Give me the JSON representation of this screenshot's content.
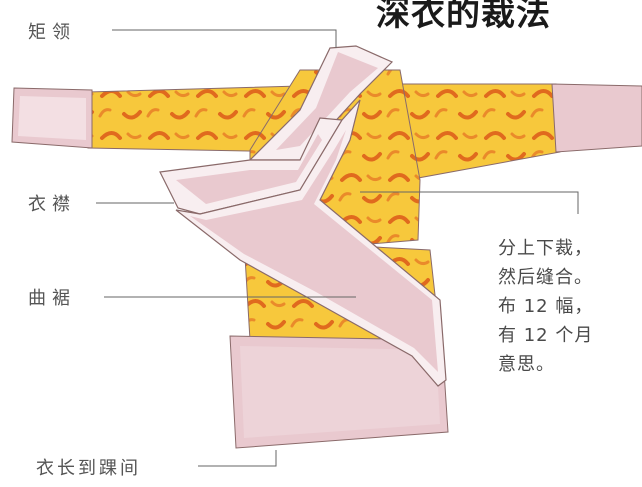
{
  "title": "深衣的裁法",
  "labels": {
    "collar": "矩领",
    "lapel": "衣襟",
    "curved_skirt": "曲裾",
    "length": "衣长到踝间"
  },
  "description_lines": [
    "分上下裁，",
    "然后缝合。",
    "布 12 幅，",
    "有 12 个月",
    "意思。"
  ],
  "colors": {
    "fabric_yellow": "#f7c83c",
    "fabric_pattern": "#e06a1e",
    "trim_pink": "#e9c9cf",
    "trim_white": "#f8eef0",
    "outline": "#8a6a6a"
  }
}
